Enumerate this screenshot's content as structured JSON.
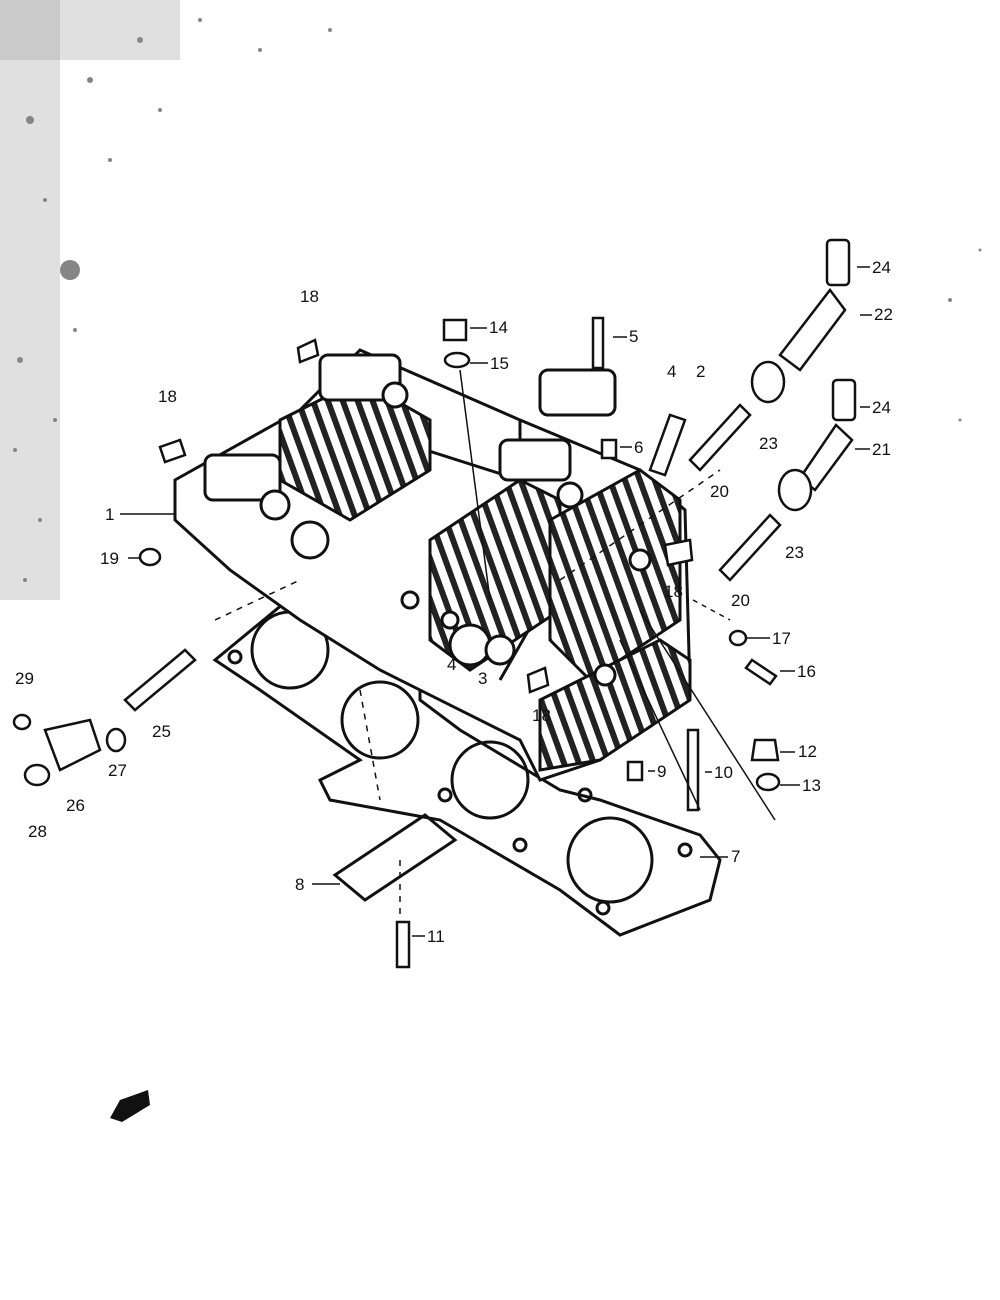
{
  "diagram": {
    "callouts": [
      {
        "id": "c1",
        "text": "1"
      },
      {
        "id": "c2",
        "text": "2"
      },
      {
        "id": "c3",
        "text": "3"
      },
      {
        "id": "c4a",
        "text": "4"
      },
      {
        "id": "c4b",
        "text": "4"
      },
      {
        "id": "c5",
        "text": "5"
      },
      {
        "id": "c6",
        "text": "6"
      },
      {
        "id": "c7",
        "text": "7"
      },
      {
        "id": "c8",
        "text": "8"
      },
      {
        "id": "c9",
        "text": "9"
      },
      {
        "id": "c10",
        "text": "10"
      },
      {
        "id": "c11",
        "text": "11"
      },
      {
        "id": "c12",
        "text": "12"
      },
      {
        "id": "c13",
        "text": "13"
      },
      {
        "id": "c14",
        "text": "14"
      },
      {
        "id": "c15",
        "text": "15"
      },
      {
        "id": "c16",
        "text": "16"
      },
      {
        "id": "c17",
        "text": "17"
      },
      {
        "id": "c18a",
        "text": "18"
      },
      {
        "id": "c18b",
        "text": "18"
      },
      {
        "id": "c18c",
        "text": "18"
      },
      {
        "id": "c18d",
        "text": "18"
      },
      {
        "id": "c19",
        "text": "19"
      },
      {
        "id": "c20a",
        "text": "20"
      },
      {
        "id": "c20b",
        "text": "20"
      },
      {
        "id": "c21",
        "text": "21"
      },
      {
        "id": "c22",
        "text": "22"
      },
      {
        "id": "c23a",
        "text": "23"
      },
      {
        "id": "c23b",
        "text": "23"
      },
      {
        "id": "c24a",
        "text": "24"
      },
      {
        "id": "c24b",
        "text": "24"
      },
      {
        "id": "c25",
        "text": "25"
      },
      {
        "id": "c26",
        "text": "26"
      },
      {
        "id": "c27",
        "text": "27"
      },
      {
        "id": "c28",
        "text": "28"
      },
      {
        "id": "c29",
        "text": "29"
      }
    ],
    "ink_color": "#111111",
    "paper_color": "#ffffff",
    "front_arrow_icon": "front-direction-arrow-icon"
  }
}
